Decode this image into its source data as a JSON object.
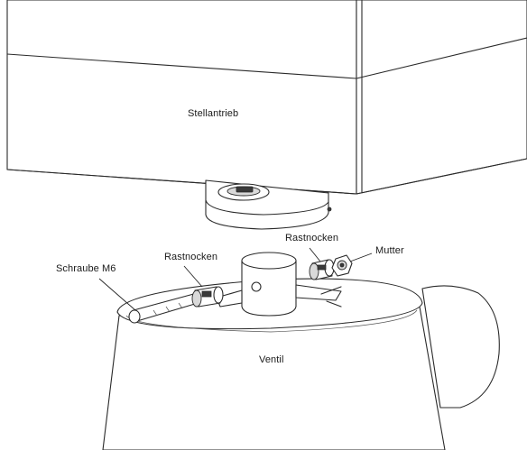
{
  "labels": {
    "actuator": "Stellantrieb",
    "screw": "Schraube M6",
    "detent_cam_left": "Rastnocken",
    "detent_cam_right": "Rastnocken",
    "nut": "Mutter",
    "valve": "Ventil"
  }
}
